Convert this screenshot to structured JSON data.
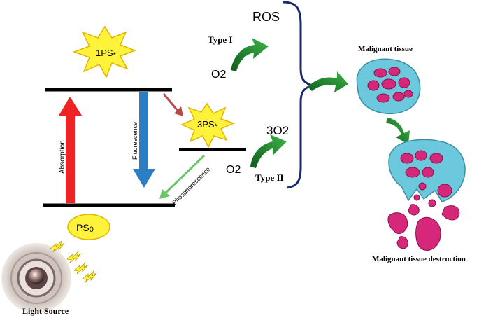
{
  "levels": {
    "singlet_excited": {
      "label": "1PS",
      "marker": "*"
    },
    "triplet": {
      "label": "3PS",
      "marker": "*"
    },
    "ground": {
      "label": "PS",
      "subscript": "0"
    }
  },
  "transitions": {
    "absorption": "Absorption",
    "fluorescence": "Fluorescence",
    "phosphorescence": "Phosphorescence"
  },
  "reactions": {
    "type1": {
      "label": "Type I",
      "reactant": "O2",
      "product": "ROS"
    },
    "type2": {
      "label": "Type II",
      "reactant": "O2",
      "product": "3O2"
    }
  },
  "tissue": {
    "malignant": "Malignant tissue",
    "destruction": "Malignant tissue destruction"
  },
  "light_source": "Light Source",
  "colors": {
    "absorption": "#ee2424",
    "fluorescence": "#2a7ec3",
    "phosphorescence": "#6ac46a",
    "isc": "#b84a4a",
    "star": "#fff23a",
    "flow_arrow": "#1f8a2a",
    "cell": "#6cc8dd",
    "nucleus": "#d6287a"
  },
  "icons": [
    "star-burst-icon",
    "curved-arrow-icon",
    "light-bolt-icon",
    "lamp-icon",
    "tumor-cell-icon"
  ]
}
